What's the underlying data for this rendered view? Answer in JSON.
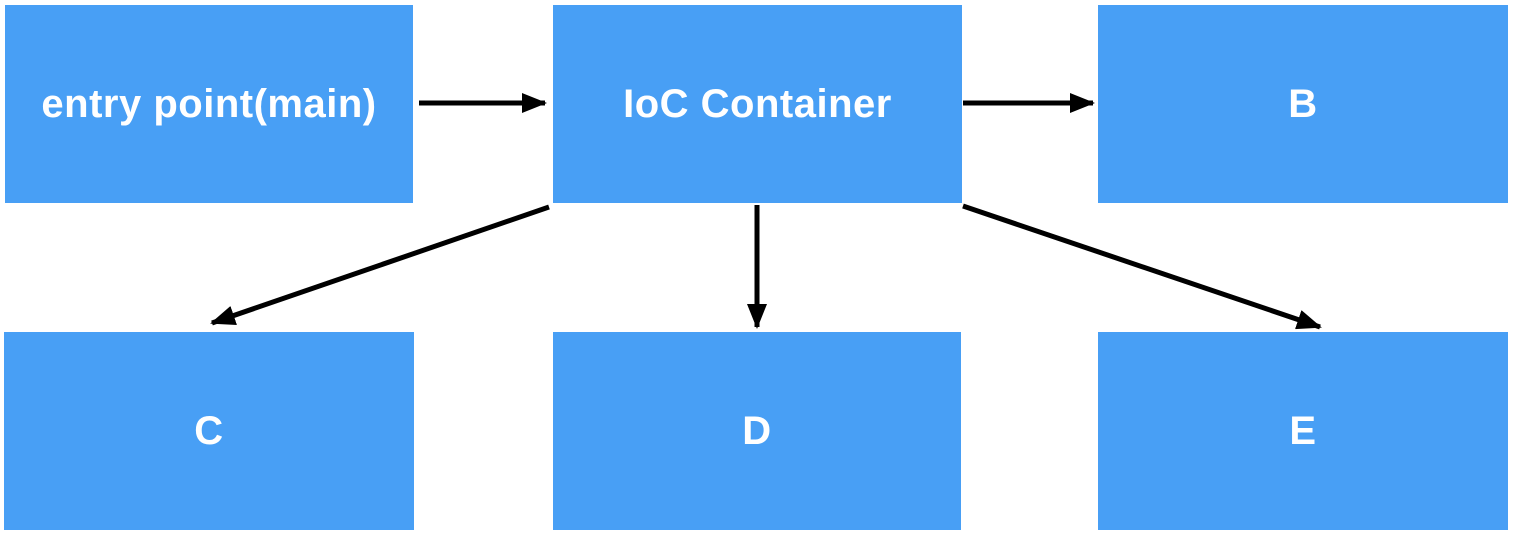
{
  "diagram": {
    "colors": {
      "node_fill": "#489FF5",
      "node_text": "#FFFFFF",
      "arrow": "#000000",
      "background": "#FFFFFF"
    },
    "nodes": [
      {
        "id": "entry",
        "label": "entry point(main)"
      },
      {
        "id": "ioc",
        "label": "IoC Container"
      },
      {
        "id": "b",
        "label": "B"
      },
      {
        "id": "c",
        "label": "C"
      },
      {
        "id": "d",
        "label": "D"
      },
      {
        "id": "e",
        "label": "E"
      }
    ],
    "edges": [
      {
        "from": "entry point(main)",
        "to": "IoC Container"
      },
      {
        "from": "IoC Container",
        "to": "B"
      },
      {
        "from": "IoC Container",
        "to": "C"
      },
      {
        "from": "IoC Container",
        "to": "D"
      },
      {
        "from": "IoC Container",
        "to": "E"
      }
    ]
  }
}
